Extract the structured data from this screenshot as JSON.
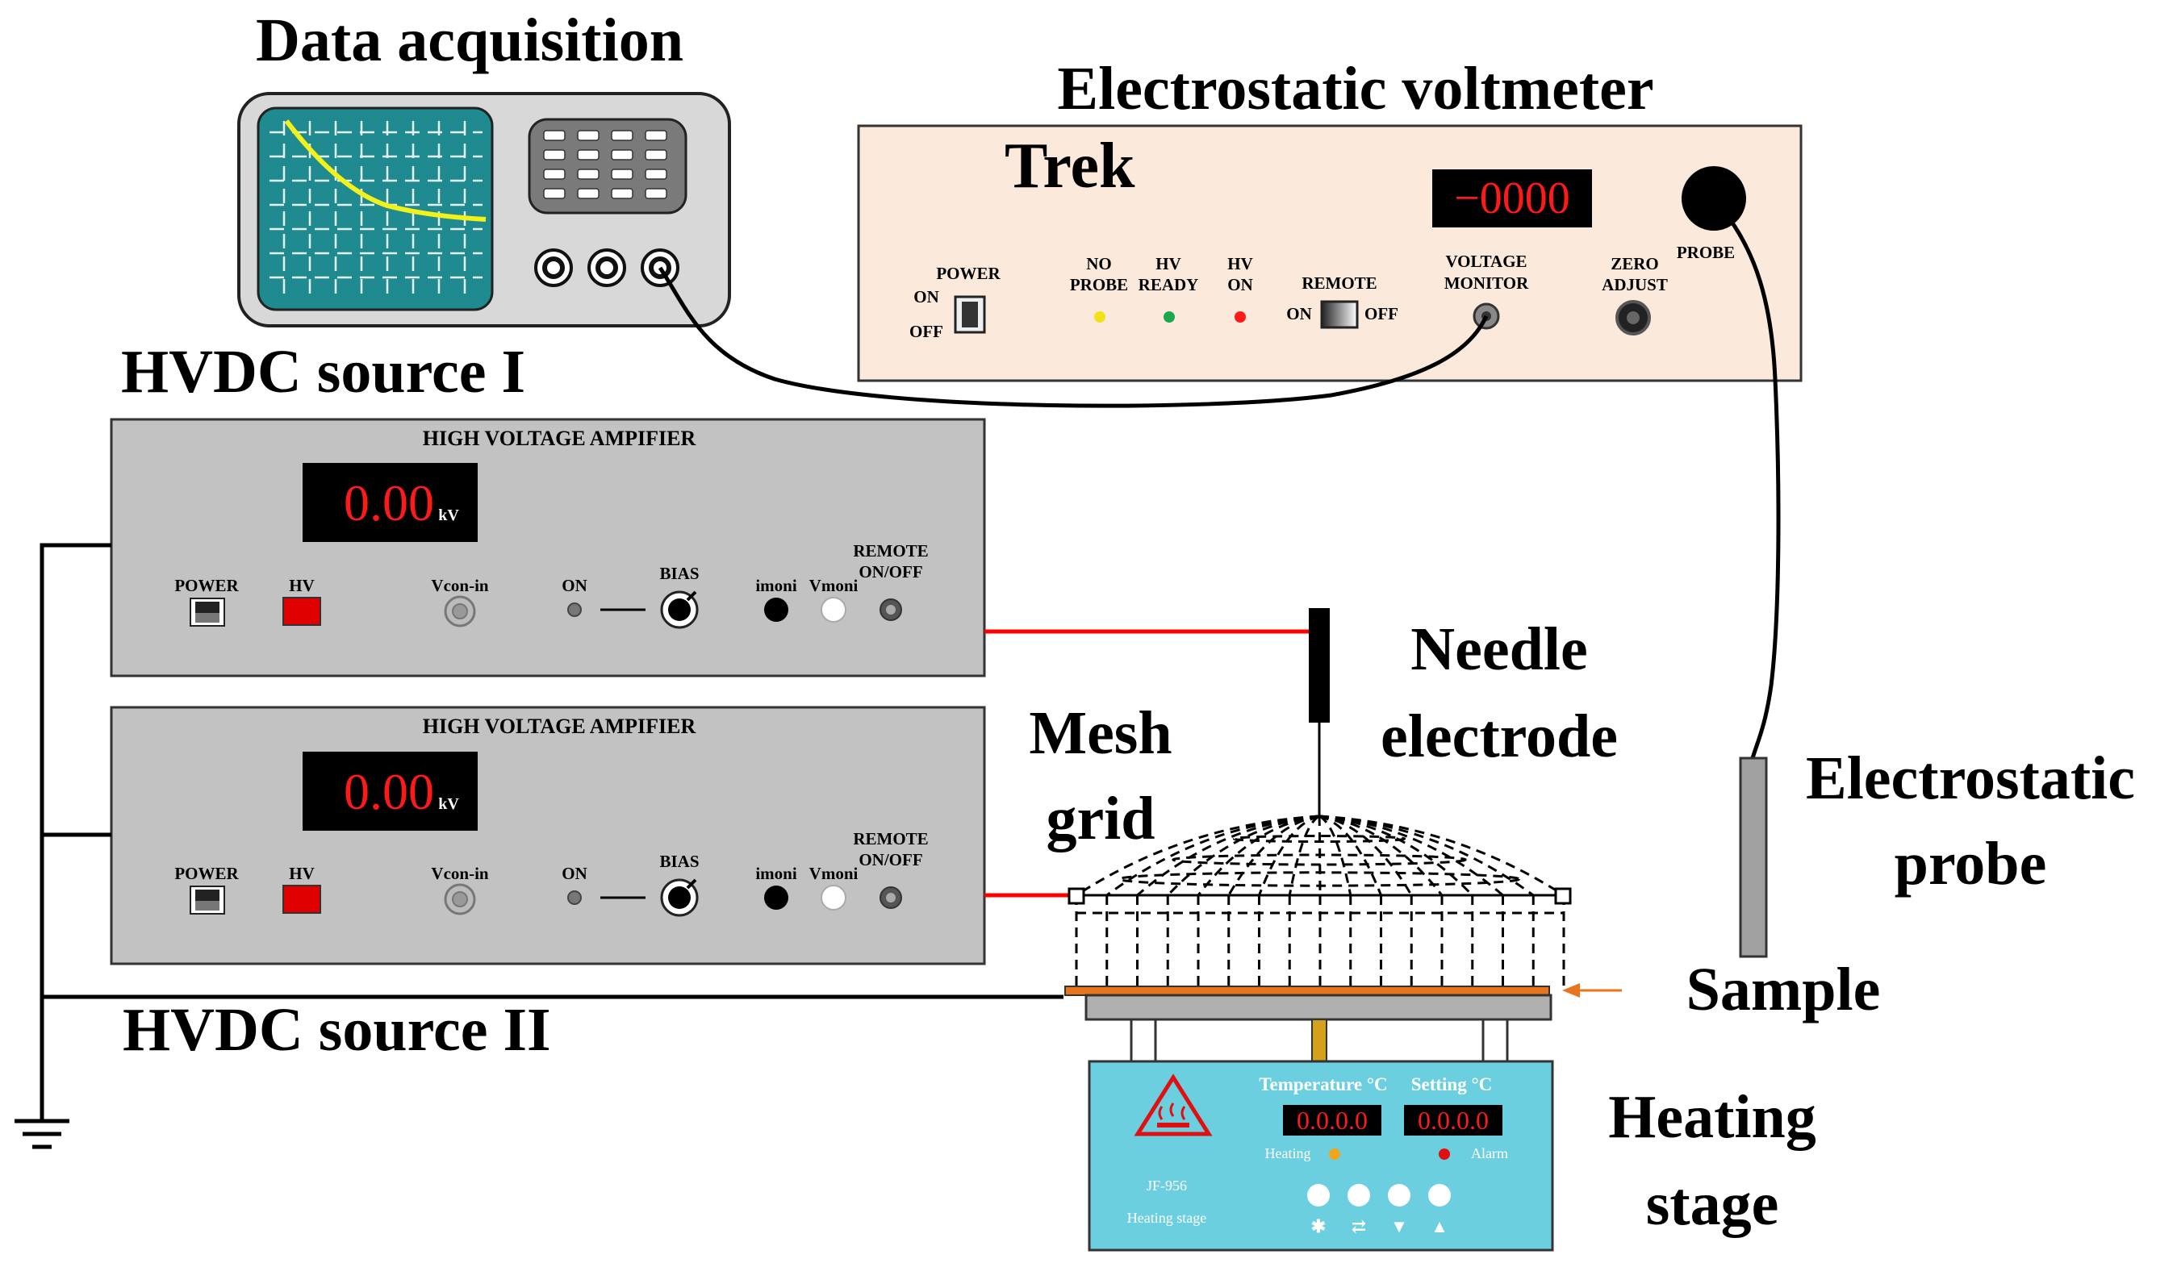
{
  "labels": {
    "data_acquisition": "Data acquisition",
    "electrostatic_voltmeter": "Electrostatic voltmeter",
    "hvdc_source_1": "HVDC source I",
    "hvdc_source_2": "HVDC source II",
    "needle_electrode_1": "Needle",
    "needle_electrode_2": "electrode",
    "mesh_grid_1": "Mesh",
    "mesh_grid_2": "grid",
    "electrostatic_probe_1": "Electrostatic",
    "electrostatic_probe_2": "probe",
    "sample": "Sample",
    "heating_stage_1": "Heating",
    "heating_stage_2": "stage"
  },
  "trek": {
    "brand": "Trek",
    "display": "−0000",
    "power_label": "POWER",
    "on_label": "ON",
    "off_label": "OFF",
    "no_probe_1": "NO",
    "no_probe_2": "PROBE",
    "hv_ready_1": "HV",
    "hv_ready_2": "READY",
    "hv_on_1": "HV",
    "hv_on_2": "ON",
    "remote_label": "REMOTE",
    "remote_on": "ON",
    "remote_off": "OFF",
    "voltage_monitor_1": "VOLTAGE",
    "voltage_monitor_2": "MONITOR",
    "zero_adjust_1": "ZERO",
    "zero_adjust_2": "ADJUST",
    "probe_label": "PROBE"
  },
  "amplifier_1": {
    "title": "HIGH VOLTAGE AMPIFIER",
    "display": "0.00",
    "unit": "kV",
    "power": "POWER",
    "hv": "HV",
    "vcon_in": "Vcon-in",
    "on": "ON",
    "bias": "BIAS",
    "imoni": "imoni",
    "vmoni": "Vmoni",
    "remote_1": "REMOTE",
    "remote_2": "ON/OFF"
  },
  "amplifier_2": {
    "title": "HIGH VOLTAGE AMPIFIER",
    "display": "0.00",
    "unit": "kV",
    "power": "POWER",
    "hv": "HV",
    "vcon_in": "Vcon-in",
    "on": "ON",
    "bias": "BIAS",
    "imoni": "imoni",
    "vmoni": "Vmoni",
    "remote_1": "REMOTE",
    "remote_2": "ON/OFF"
  },
  "heater": {
    "temperature_label": "Temperature °C",
    "setting_label": "Setting °C",
    "temperature_display": "0.0.0.0",
    "setting_display": "0.0.0.0",
    "heating_label": "Heating",
    "alarm_label": "Alarm",
    "model": "JF-956",
    "name": "Heating stage"
  },
  "colors": {
    "display_bg": "#000000",
    "display_text": "#ff1a1a",
    "trek_panel": "#fbe9db",
    "amplifier_panel": "#c2c2c2",
    "heater_panel": "#6ccfe0",
    "scope_screen": "#1f8a8f",
    "scope_trace": "#f2f21a",
    "hv_wire": "#ff0000",
    "sample": "#e8741e",
    "led_yellow": "#f2e21a",
    "led_green": "#1aa84a",
    "led_red": "#ff1a1a"
  }
}
